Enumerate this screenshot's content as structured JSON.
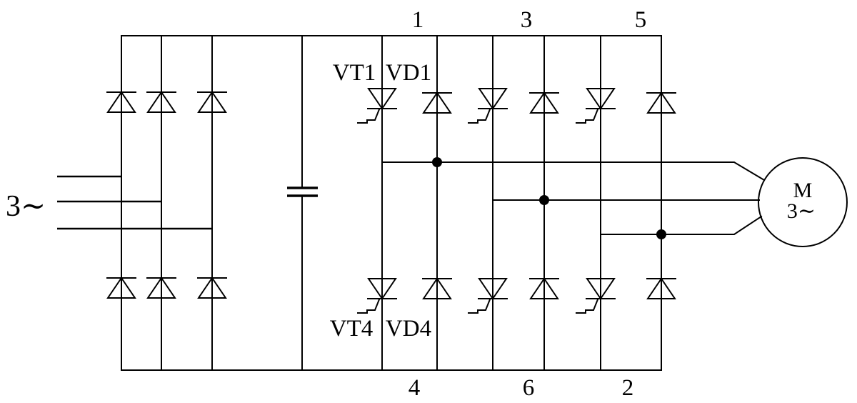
{
  "labels": {
    "ac_source": "3∼",
    "vt1": "VT1",
    "vd1": "VD1",
    "vt4": "VT4",
    "vd4": "VD4",
    "top_leg_numbers": [
      "1",
      "3",
      "5"
    ],
    "bottom_leg_numbers": [
      "4",
      "6",
      "2"
    ],
    "motor": {
      "letter": "M",
      "phase": "3∼"
    }
  },
  "colors": {
    "line": "#000000",
    "text": "#000000",
    "background": "#ffffff"
  }
}
